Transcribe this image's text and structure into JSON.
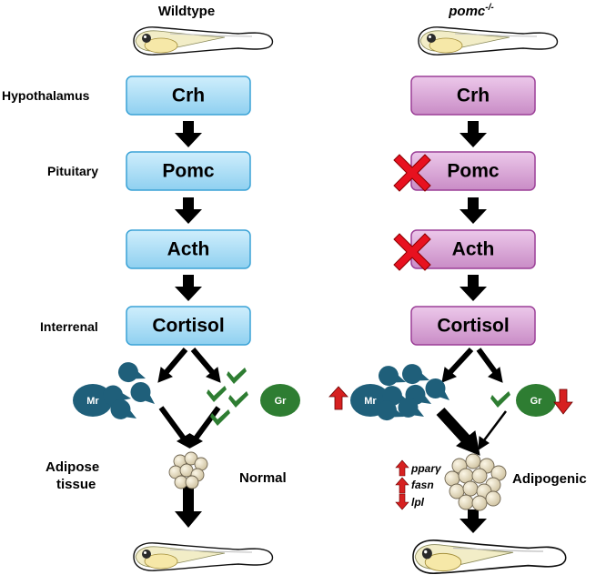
{
  "columns": {
    "wildtype": {
      "title": "Wildtype"
    },
    "mutant": {
      "title": "pomc",
      "title_sup": "-/-"
    }
  },
  "tissues": {
    "hypothalamus": "Hypothalamus",
    "pituitary": "Pituitary",
    "interrenal": "Interrenal",
    "adipose_line1": "Adipose",
    "adipose_line2": "tissue"
  },
  "boxes": {
    "crh": "Crh",
    "pomc": "Pomc",
    "acth": "Acth",
    "cortisol": "Cortisol"
  },
  "receptors": {
    "mr": "Mr",
    "gr": "Gr"
  },
  "outcomes": {
    "normal": "Normal",
    "adipogenic": "Adipogenic"
  },
  "genes": [
    "pparγ",
    "fasn",
    "lpl"
  ],
  "gene_changes": [
    "up",
    "up",
    "down"
  ],
  "receptor_changes": {
    "mr": "up",
    "gr": "down"
  },
  "colors": {
    "wt_box_fill": "#a9dcf5",
    "wt_box_stroke": "#3aa2d6",
    "mut_box_fill": "#d9a6d6",
    "mut_box_stroke": "#9b3f97",
    "mr_color": "#1f5f7a",
    "gr_color": "#2e7d32",
    "cross": "#e8111f",
    "arrow": "#000000",
    "up_down_arrow": "#d62020"
  }
}
